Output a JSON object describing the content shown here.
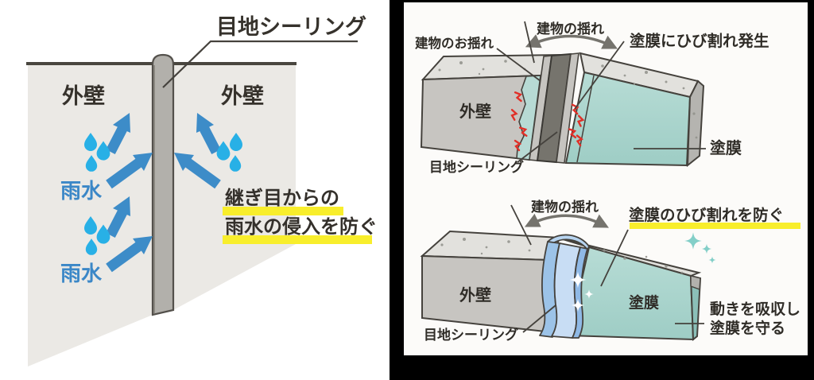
{
  "left_diagram": {
    "seal_label": "目地シーリング",
    "wall_left_label": "外壁",
    "wall_right_label": "外壁",
    "rain_label_1": "雨水",
    "rain_label_2": "雨水",
    "caption_line1": "継ぎ目からの",
    "caption_line2": "雨水の侵入を防ぐ"
  },
  "right_panel": {
    "top_diagram": {
      "building_sway_left_label": "建物のお揺れ",
      "building_sway_label": "建物の揺れ",
      "crack_label": "塗膜にひび割れ発生",
      "wall_label": "外壁",
      "seal_label": "目地シーリング",
      "coating_label": "塗膜"
    },
    "bottom_diagram": {
      "building_sway_label": "建物の揺れ",
      "prevent_label": "塗膜のひび割れを防ぐ",
      "wall_label": "外壁",
      "seal_label": "目地シーリング",
      "coating_label": "塗膜",
      "absorb_line1": "動きを吸収し",
      "absorb_line2": "塗膜を守る"
    }
  },
  "colors": {
    "highlight_yellow": "#f8ee2c",
    "arrow_blue": "#3d8cc8",
    "drop_blue": "#28b0e6",
    "rain_text_blue": "#3b87c7",
    "wall_gray": "#ebe9e5",
    "joint_gray": "#b2b0ab",
    "concrete_gray": "#c7c5c1",
    "top_face_gray": "#e2e1dd",
    "coating_teal": "#aed6cf",
    "sealant_blue": "#c8ddf4",
    "crack_red": "#e03028",
    "frame_black": "#000000",
    "outline_dark": "#45423d"
  }
}
